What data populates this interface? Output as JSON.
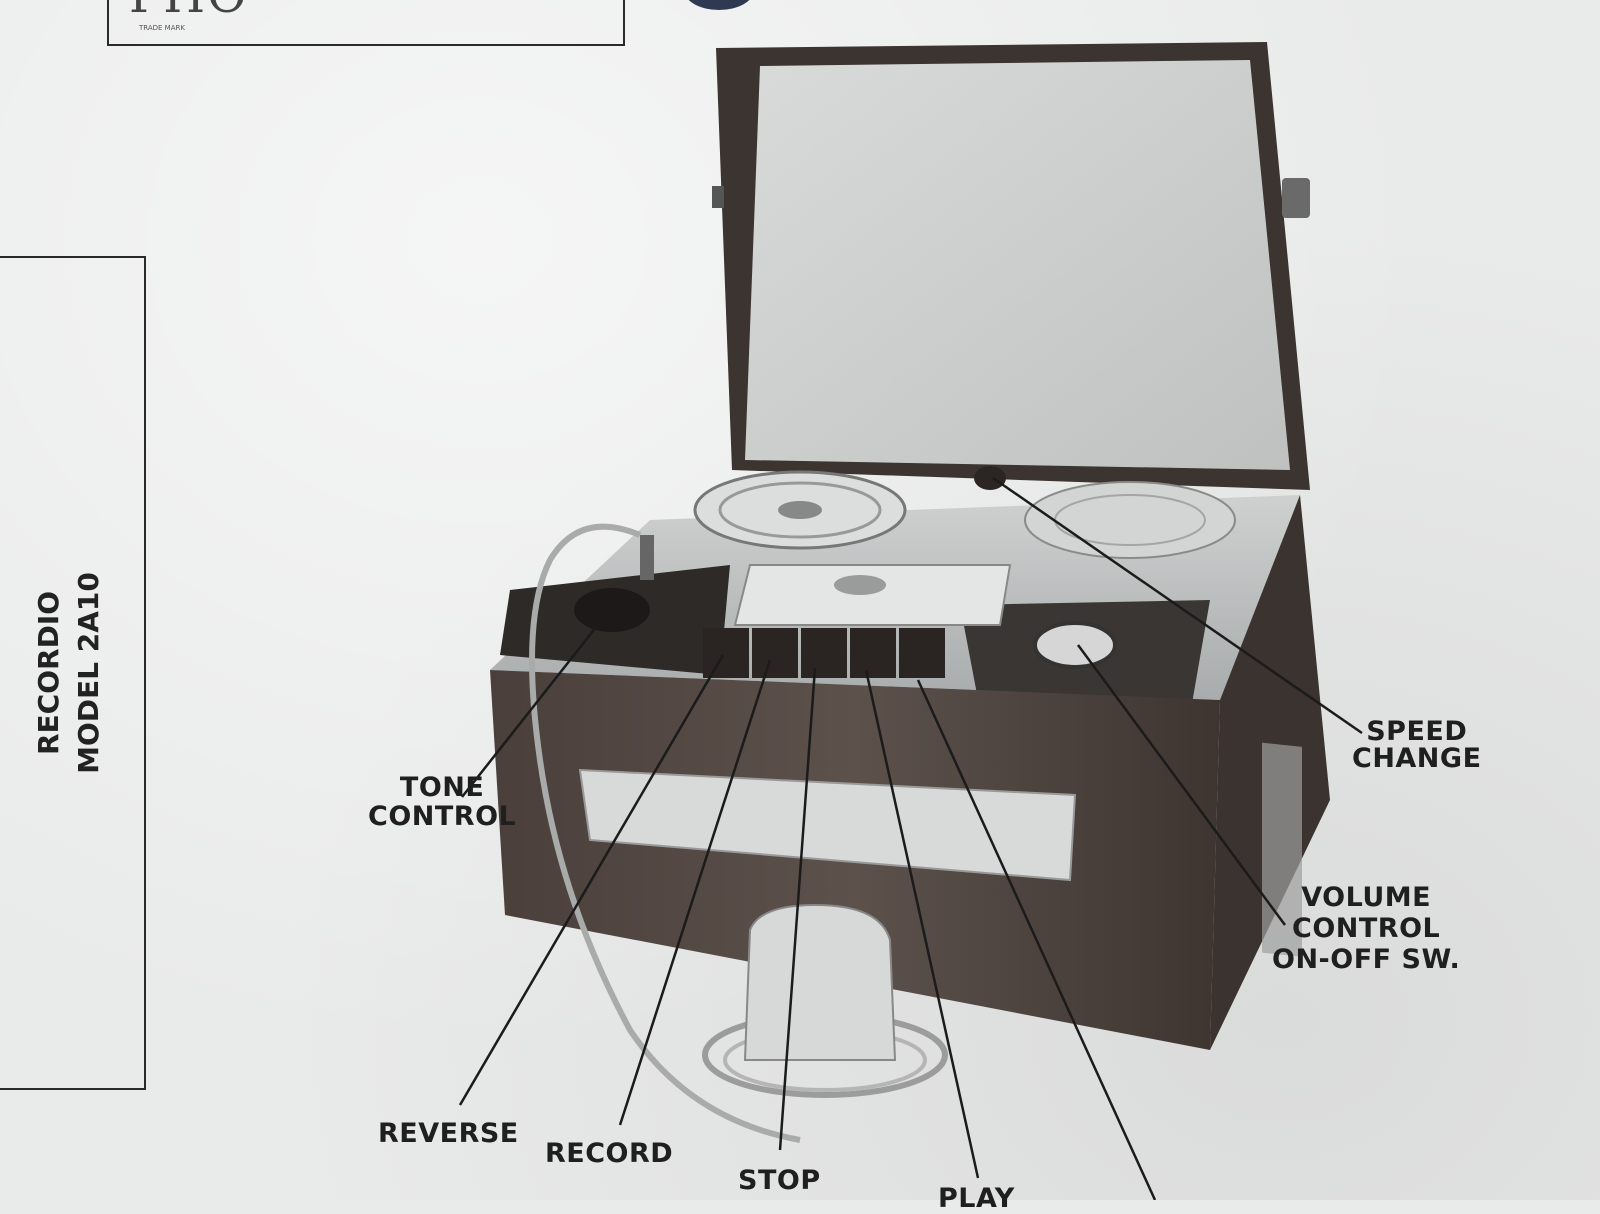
{
  "header": {
    "logo_text": "PHO",
    "trademark": "TRADE MARK"
  },
  "side_panel": {
    "line1": "RECORDIO",
    "line2": "MODEL 2A10"
  },
  "callouts": {
    "tone_control": [
      "TONE",
      "CONTROL"
    ],
    "speed_change": [
      "SPEED",
      "CHANGE"
    ],
    "volume_control": [
      "VOLUME",
      "CONTROL",
      "ON-OFF SW."
    ],
    "reverse": "REVERSE",
    "record": "RECORD",
    "stop": "STOP",
    "play": "PLAY"
  }
}
